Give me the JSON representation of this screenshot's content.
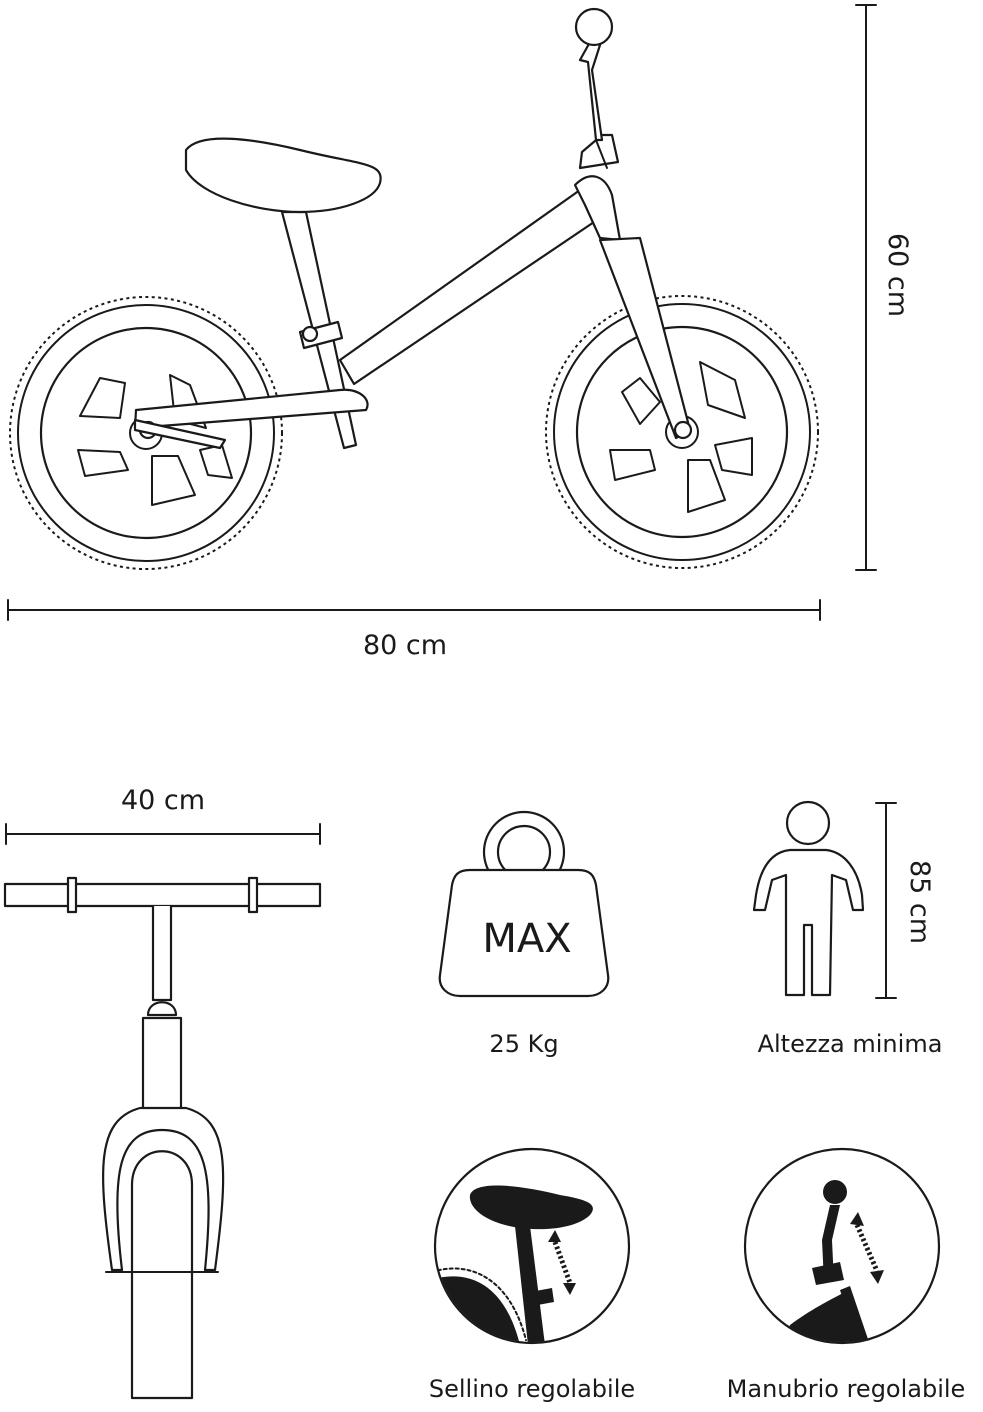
{
  "dimensions": {
    "length_label": "80 cm",
    "height_label": "60 cm",
    "handlebar_width_label": "40 cm",
    "min_height_label": "85 cm"
  },
  "weight": {
    "badge_text": "MAX",
    "value_label": "25 Kg"
  },
  "rider": {
    "caption": "Altezza minima"
  },
  "features": [
    {
      "label": "Sellino regolabile",
      "icon": "adjustable-seat-icon"
    },
    {
      "label": "Manubrio regolabile",
      "icon": "adjustable-handlebar-icon"
    }
  ],
  "colors": {
    "line": "#1a1a1a",
    "background": "#ffffff"
  }
}
